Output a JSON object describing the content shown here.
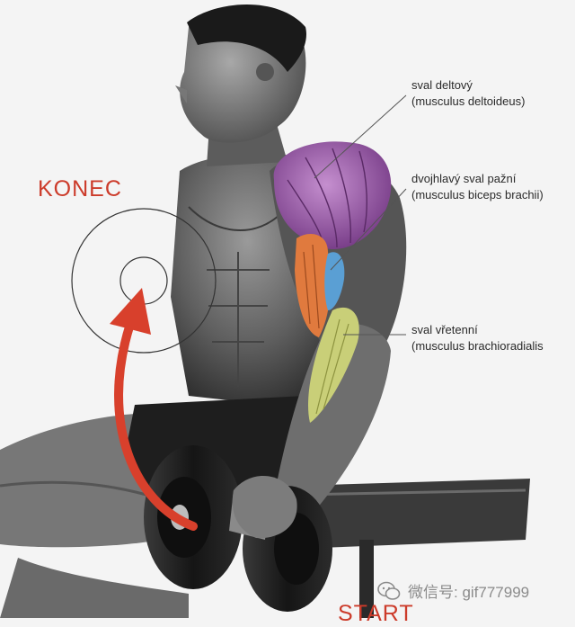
{
  "labels": {
    "deltoid": {
      "czech": "sval deltový",
      "latin": "(musculus deltoideus)"
    },
    "biceps": {
      "czech": "dvojhlavý sval pažní",
      "latin": "(musculus biceps brachii)"
    },
    "brachioradialis": {
      "czech": "sval vřetenní",
      "latin": "(musculus brachioradialis"
    }
  },
  "motion": {
    "end_label": "KONEC",
    "start_label": "START"
  },
  "watermark": {
    "text": "微信号: gif777999",
    "icon": "wechat-icon"
  },
  "colors": {
    "deltoid": "#9a5fa8",
    "biceps_long": "#e07a3e",
    "biceps_short": "#5a9fd4",
    "brachioradialis": "#c9cf78",
    "arrow": "#d8402c",
    "skin": "#6b6b6b"
  }
}
